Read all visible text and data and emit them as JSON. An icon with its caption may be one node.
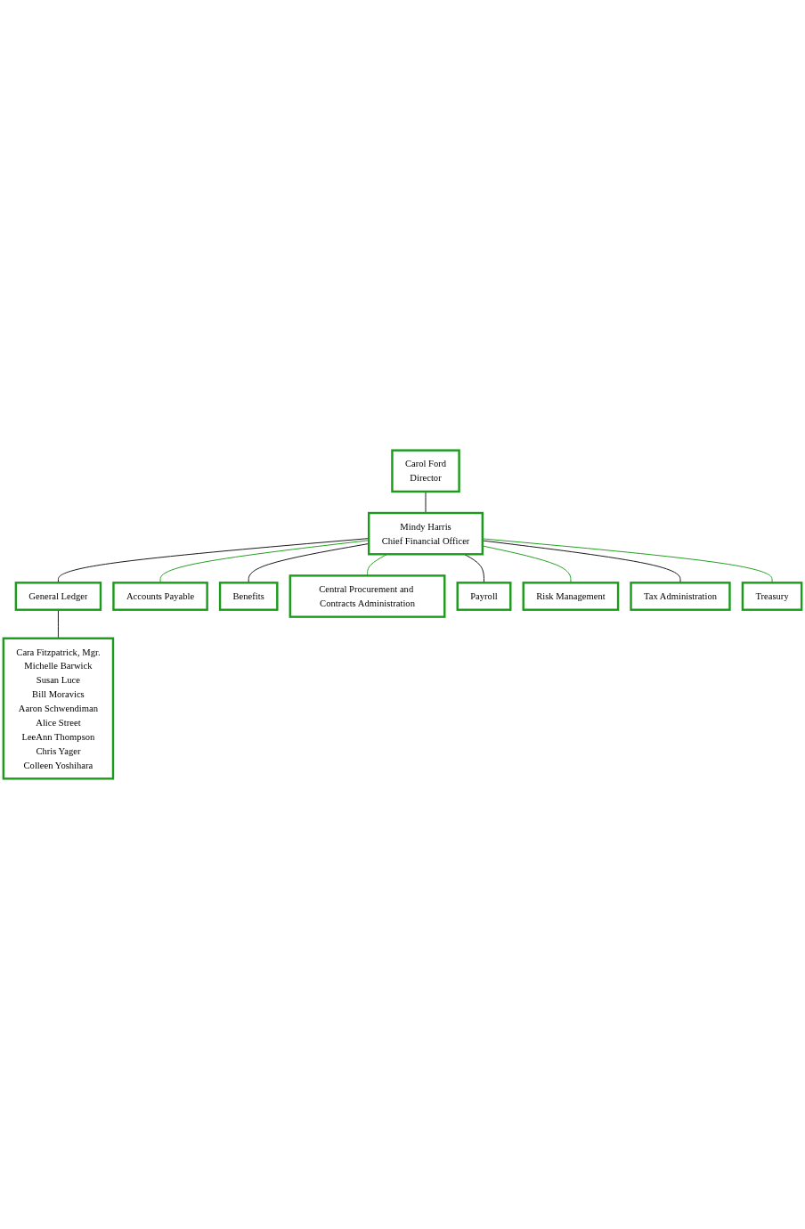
{
  "diagram": {
    "nodes": [
      {
        "text": [
          "Carol Ford",
          "Director"
        ]
      },
      {
        "text": [
          "Mindy Harris",
          "Chief Financial Officer"
        ]
      },
      {
        "text": [
          "General Ledger"
        ]
      },
      {
        "text": [
          "Accounts Payable"
        ]
      },
      {
        "text": [
          "Cara Fitzpatrick, Mgr.",
          "Michelle Barwick",
          "Susan Luce",
          "Bill Moravics",
          "Aaron Schwendiman",
          "Alice Street",
          "LeeAnn Thompson",
          "Chris Yager",
          "Colleen Yoshihara"
        ]
      },
      {
        "text": [
          "Benefits"
        ]
      },
      {
        "text": [
          "Central Procurement and Contracts Administration"
        ]
      },
      {
        "text": [
          "Payroll"
        ]
      },
      {
        "text": [
          "Risk Management"
        ]
      },
      {
        "text": [
          "Tax Administration"
        ]
      },
      {
        "text": [
          "Treasury"
        ]
      }
    ],
    "edges": [
      {
        "from": 0,
        "to": 1,
        "arrow": "none"
      },
      {
        "from": 1,
        "to": 2,
        "arrow": "none"
      },
      {
        "from": 1,
        "to": 3,
        "arrow": "none",
        "color": "#1a9c1a"
      },
      {
        "from": 2,
        "to": 4,
        "arrow": "none"
      },
      {
        "from": 1,
        "to": 5,
        "arrow": "none"
      },
      {
        "from": 1,
        "to": 6,
        "arrow": "none",
        "color": "#1a9c1a"
      },
      {
        "from": 1,
        "to": 7,
        "arrow": "none"
      },
      {
        "from": 1,
        "to": 8,
        "arrow": "none",
        "color": "#1a9c1a"
      },
      {
        "from": 1,
        "to": 9,
        "arrow": "none"
      },
      {
        "from": 1,
        "to": 10,
        "arrow": "none",
        "color": "#1a9c1a"
      }
    ]
  }
}
